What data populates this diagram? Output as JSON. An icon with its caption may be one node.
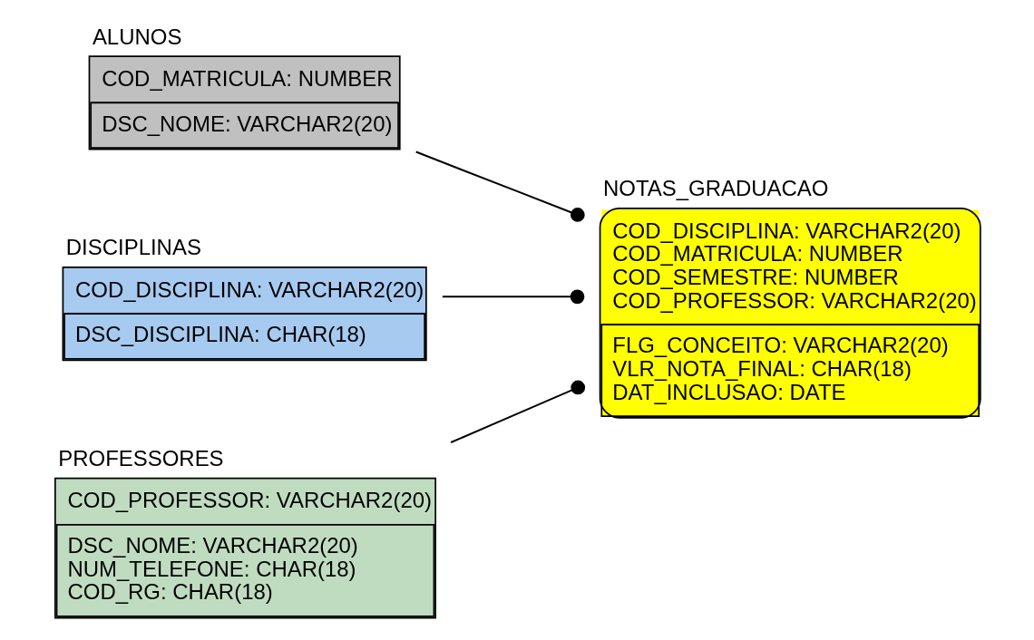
{
  "diagram": {
    "nodes": [
      {
        "text": [
          "ALUNOS",
          "COD_MATRICULA: NUMBER",
          "DSC_NOME: VARCHAR2(20)"
        ]
      },
      {
        "text": [
          "DISCIPLINAS",
          "COD_DISCIPLINA: VARCHAR2(20)",
          "DSC_DISCIPLINA: CHAR(18)"
        ]
      },
      {
        "text": [
          "NOTAS_GRADUACAO",
          "COD_DISCIPLINA: VARCHAR2(20) COD_MATRICULA: NUMBER COD_SEMESTRE: NUMBER COD_PROFESSOR: VARCHAR2(20)",
          "FLG_CONCEITO: VARCHAR2(20) VLR_NOTA_FINAL: CHAR(18) DAT_INCLUSAO: DATE"
        ]
      },
      {
        "text": [
          "PROFESSORES",
          "COD_PROFESSOR: VARCHAR2(20)",
          "DSC_NOME: VARCHAR2(20) NUM_TELEFONE: CHAR(18) COD_RG: CHAR(18)"
        ]
      }
    ],
    "edges": [
      {
        "from": 1,
        "to": 2,
        "arrow": "other"
      },
      {
        "from": 3,
        "to": 2,
        "arrow": "other"
      },
      {
        "from": 0,
        "to": 2,
        "arrow": "other"
      }
    ]
  }
}
